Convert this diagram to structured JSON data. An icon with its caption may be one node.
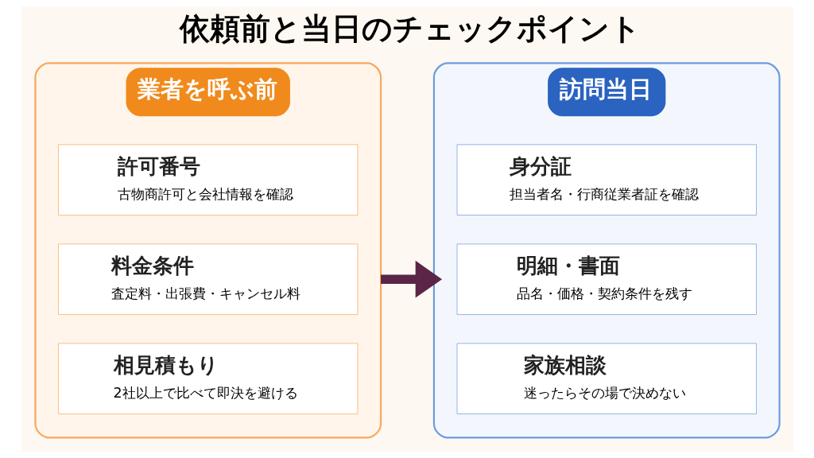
{
  "diagram": {
    "title": "依頼前と当日のチェックポイント",
    "nodes": [
      {
        "text": [
          "業者を呼ぶ前"
        ]
      },
      {
        "text": [
          "許可番号",
          "古物商許可と会社情報を確認"
        ],
        "in": 0
      },
      {
        "text": [
          "料金条件",
          "査定料・出張費・キャンセル料"
        ],
        "in": 0
      },
      {
        "text": [
          "相見積もり",
          "2社以上で比べて即決を避ける"
        ],
        "in": 0
      },
      {
        "text": [
          "訪問当日"
        ]
      },
      {
        "text": [
          "身分証",
          "担当者名・行商従業者証を確認"
        ],
        "in": 4
      },
      {
        "text": [
          "明細・書面",
          "品名・価格・契約条件を残す"
        ],
        "in": 4
      },
      {
        "text": [
          "家族相談",
          "迷ったらその場で決めない"
        ],
        "in": 4
      }
    ],
    "edges": [
      {
        "from": 0,
        "to": 4,
        "arrow": "to"
      }
    ]
  }
}
